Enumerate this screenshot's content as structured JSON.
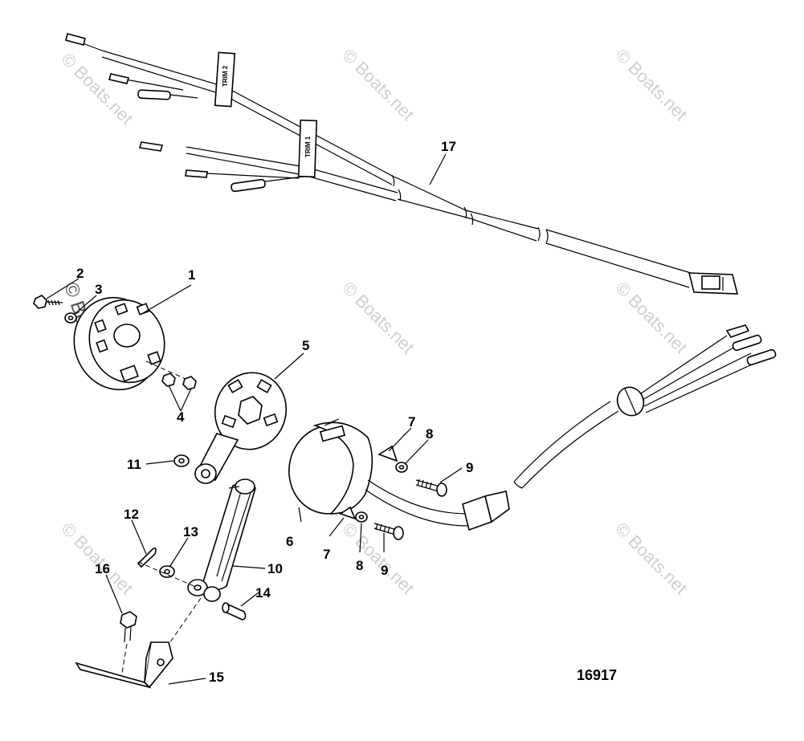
{
  "watermark": "© Boats.net",
  "figure_number": "16917",
  "harness_tags": [
    "TRIM 2",
    "TRIM 1"
  ],
  "callouts": {
    "c1": "1",
    "c2": "2",
    "c3": "3",
    "c4": "4",
    "c5": "5",
    "c6": "6",
    "c7a": "7",
    "c7b": "7",
    "c8a": "8",
    "c8b": "8",
    "c9a": "9",
    "c9b": "9",
    "c10": "10",
    "c11": "11",
    "c12": "12",
    "c13": "13",
    "c14": "14",
    "c15": "15",
    "c16": "16",
    "c17": "17"
  }
}
